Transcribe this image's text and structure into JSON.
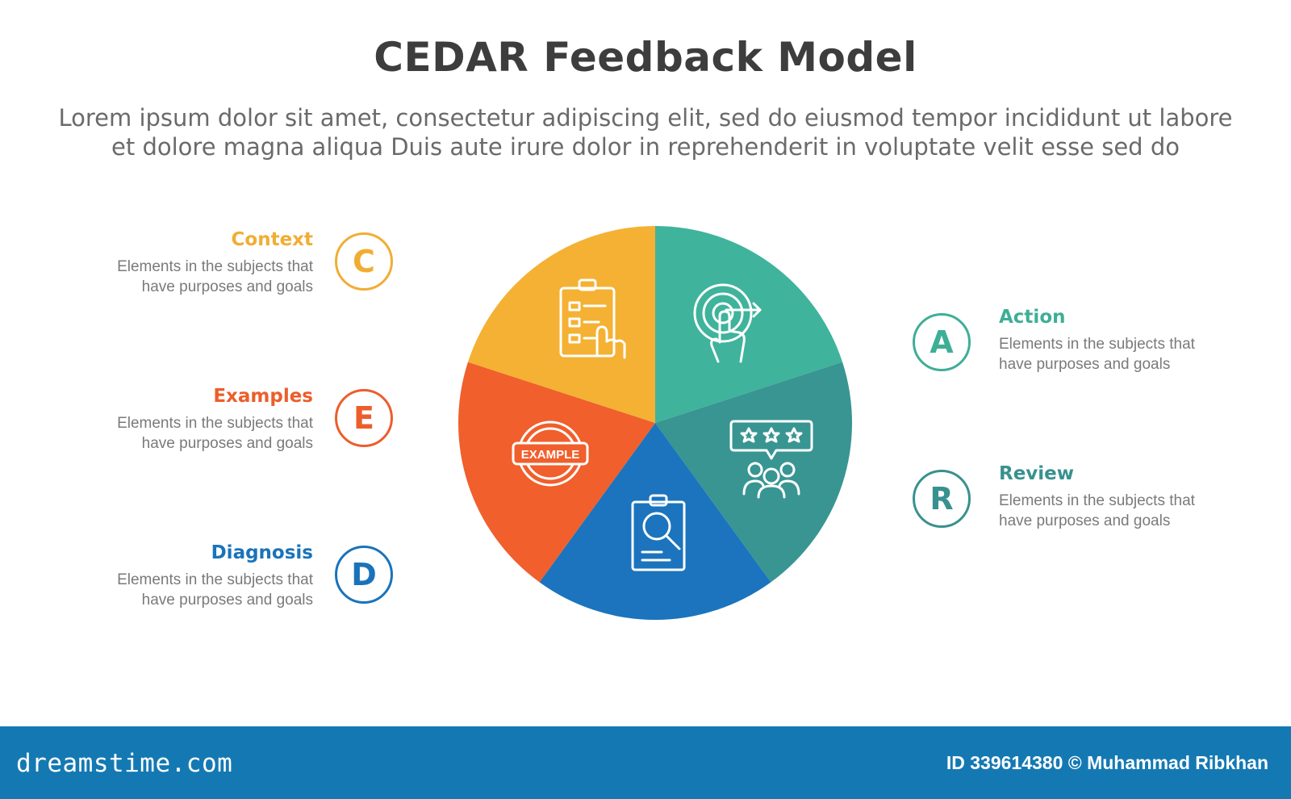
{
  "title": "CEDAR Feedback Model",
  "subtitle": {
    "line1": "Lorem ipsum dolor sit amet, consectetur adipiscing elit, sed do eiusmod tempor incididunt ut labore",
    "line2": "et dolore magna aliqua Duis aute irure dolor in reprehenderit in voluptate velit esse sed do"
  },
  "items": {
    "context": {
      "letter": "C",
      "label": "Context",
      "desc1": "Elements in the subjects that",
      "desc2": "have purposes and goals",
      "color": "#f1ad33"
    },
    "examples": {
      "letter": "E",
      "label": "Examples",
      "desc1": "Elements in the subjects that",
      "desc2": "have purposes and goals",
      "color": "#eb5e2c"
    },
    "diagnosis": {
      "letter": "D",
      "label": "Diagnosis",
      "desc1": "Elements in the subjects that",
      "desc2": "have purposes and goals",
      "color": "#1a73ba"
    },
    "action": {
      "letter": "A",
      "label": "Action",
      "desc1": "Elements in the subjects that",
      "desc2": "have purposes and goals",
      "color": "#3fae97"
    },
    "review": {
      "letter": "R",
      "label": "Review",
      "desc1": "Elements in the subjects that",
      "desc2": "have purposes and goals",
      "color": "#38918f"
    }
  },
  "pie": {
    "segments": [
      {
        "key": "action",
        "color": "#3fb39c",
        "icon": "target-icon",
        "icon_text": ""
      },
      {
        "key": "review",
        "color": "#389592",
        "icon": "rating-icon",
        "icon_text": ""
      },
      {
        "key": "diagnosis",
        "color": "#1b74bd",
        "icon": "clipboard-search-icon",
        "icon_text": ""
      },
      {
        "key": "examples",
        "color": "#f05f2c",
        "icon": "example-stamp-icon",
        "icon_text": "EXAMPLE"
      },
      {
        "key": "context",
        "color": "#f4b133",
        "icon": "clipboard-checklist-icon",
        "icon_text": ""
      }
    ]
  },
  "footer": {
    "brand": "dreamstime.com",
    "credit": "ID 339614380 © Muhammad Ribkhan",
    "background": "#1479b3"
  }
}
